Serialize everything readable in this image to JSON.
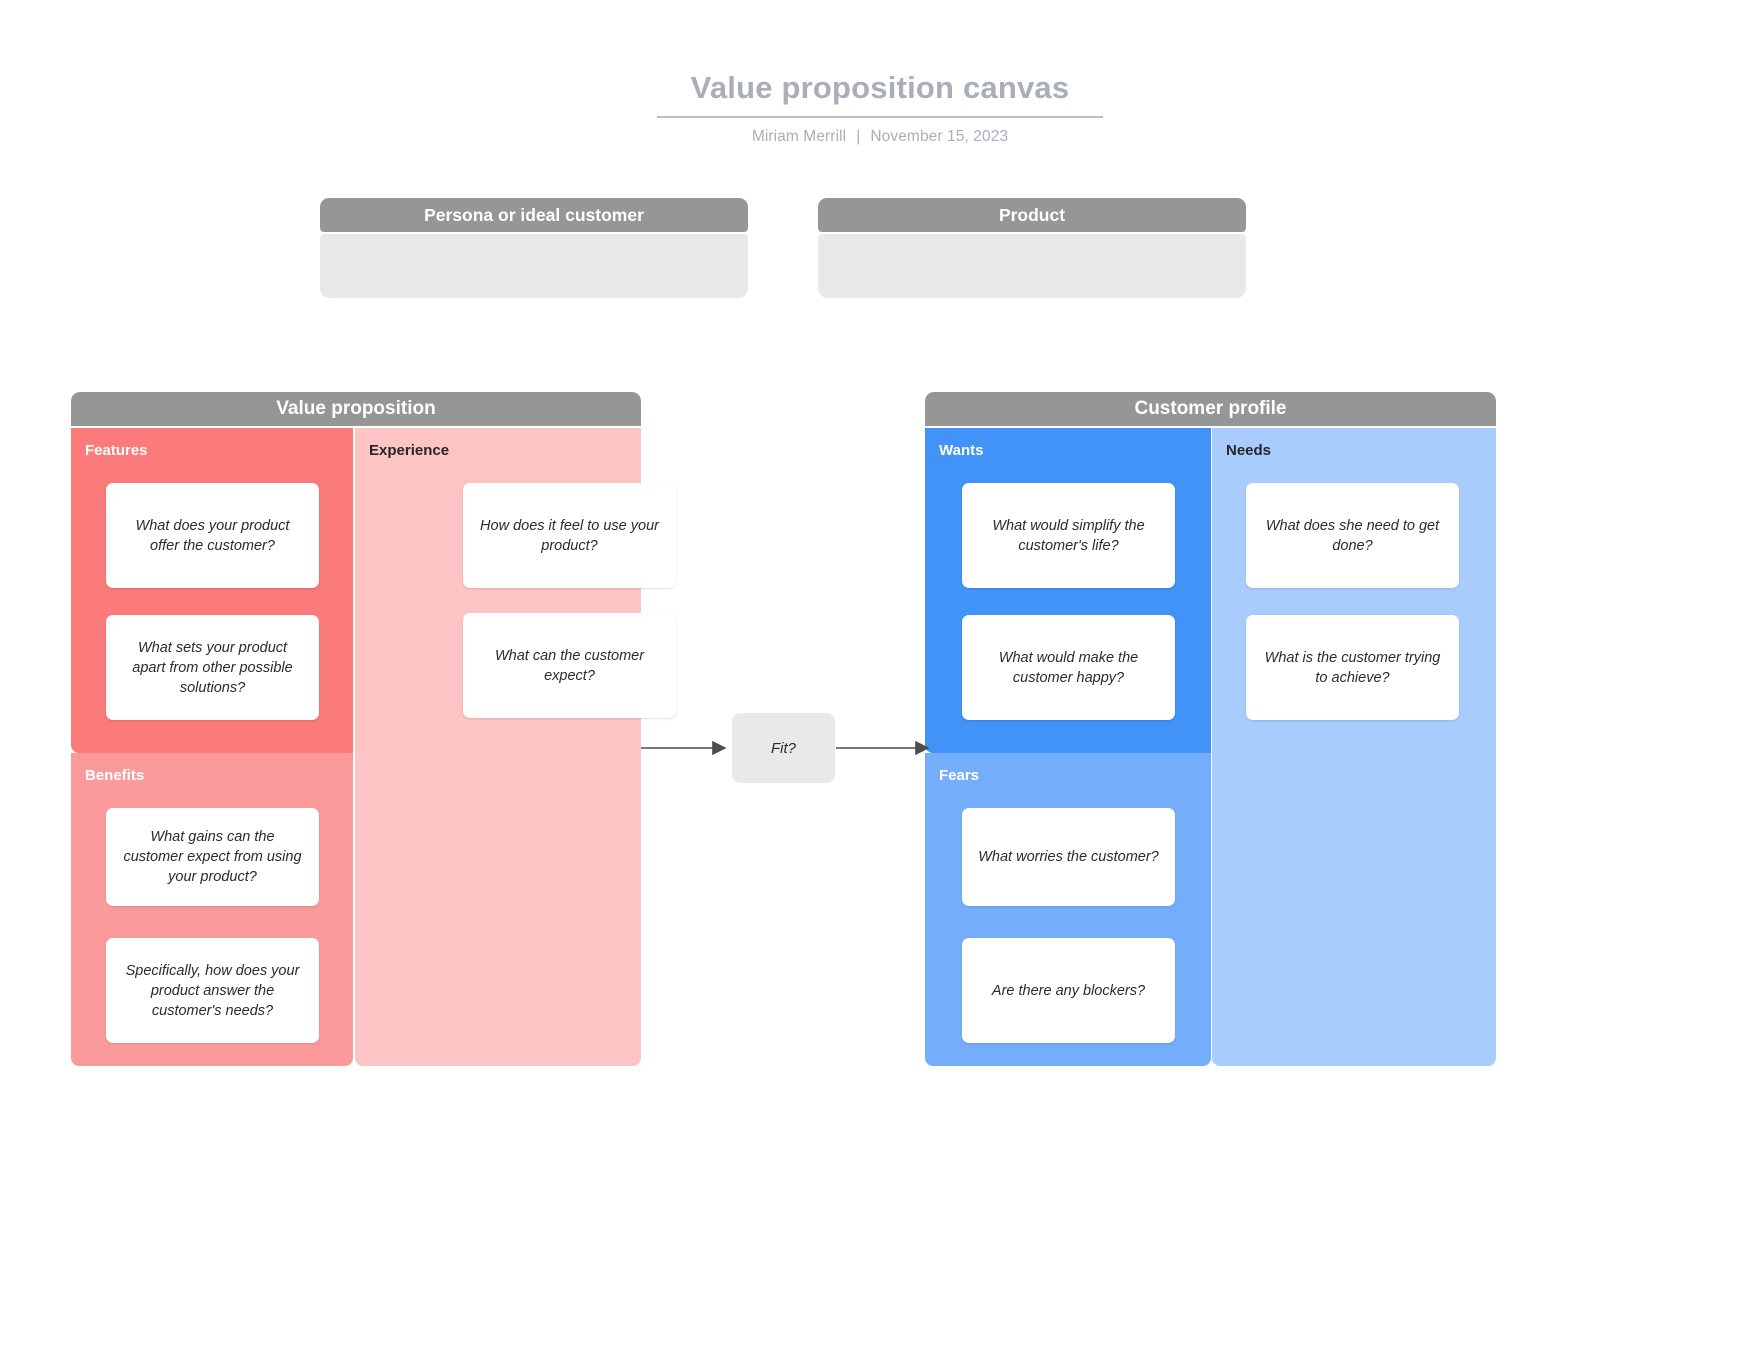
{
  "document": {
    "title": "Value proposition canvas",
    "author": "Miriam Merrill",
    "separator": "|",
    "date": "November 15, 2023"
  },
  "top_boxes": [
    {
      "header": "Persona or ideal customer",
      "body": ""
    },
    {
      "header": "Product",
      "body": ""
    }
  ],
  "value_proposition": {
    "header": "Value proposition",
    "sections": [
      {
        "label": "Features",
        "color": "#fb7a7a",
        "cards": [
          "What does your product offer the customer?",
          "What sets your product apart from other possible solutions?"
        ]
      },
      {
        "label": "Benefits",
        "color": "#fb9a9a",
        "cards": [
          "What gains can the customer expect from using your product?",
          "Specifically, how does your product answer the customer's needs?"
        ]
      },
      {
        "label": "Experience",
        "color": "#fcc4c4",
        "cards": [
          "How does it feel to use your product?",
          "What can the customer expect?"
        ]
      }
    ]
  },
  "customer_profile": {
    "header": "Customer profile",
    "sections": [
      {
        "label": "Wants",
        "color": "#4293f7",
        "cards": [
          "What would simplify the customer's life?",
          "What would make the customer happy?"
        ]
      },
      {
        "label": "Fears",
        "color": "#74aefb",
        "cards": [
          "What worries the customer?",
          "Are there any blockers?"
        ]
      },
      {
        "label": "Needs",
        "color": "#a8ccfd",
        "cards": [
          "What does she need to get done?",
          "What is the customer trying to achieve?"
        ]
      }
    ]
  },
  "fit": {
    "label": "Fit?"
  },
  "colors": {
    "header_gray": "#969696",
    "panel_body_gray": "#e8e8e8",
    "title_gray": "#a9aeb8",
    "arrow": "#4d4d4d"
  }
}
